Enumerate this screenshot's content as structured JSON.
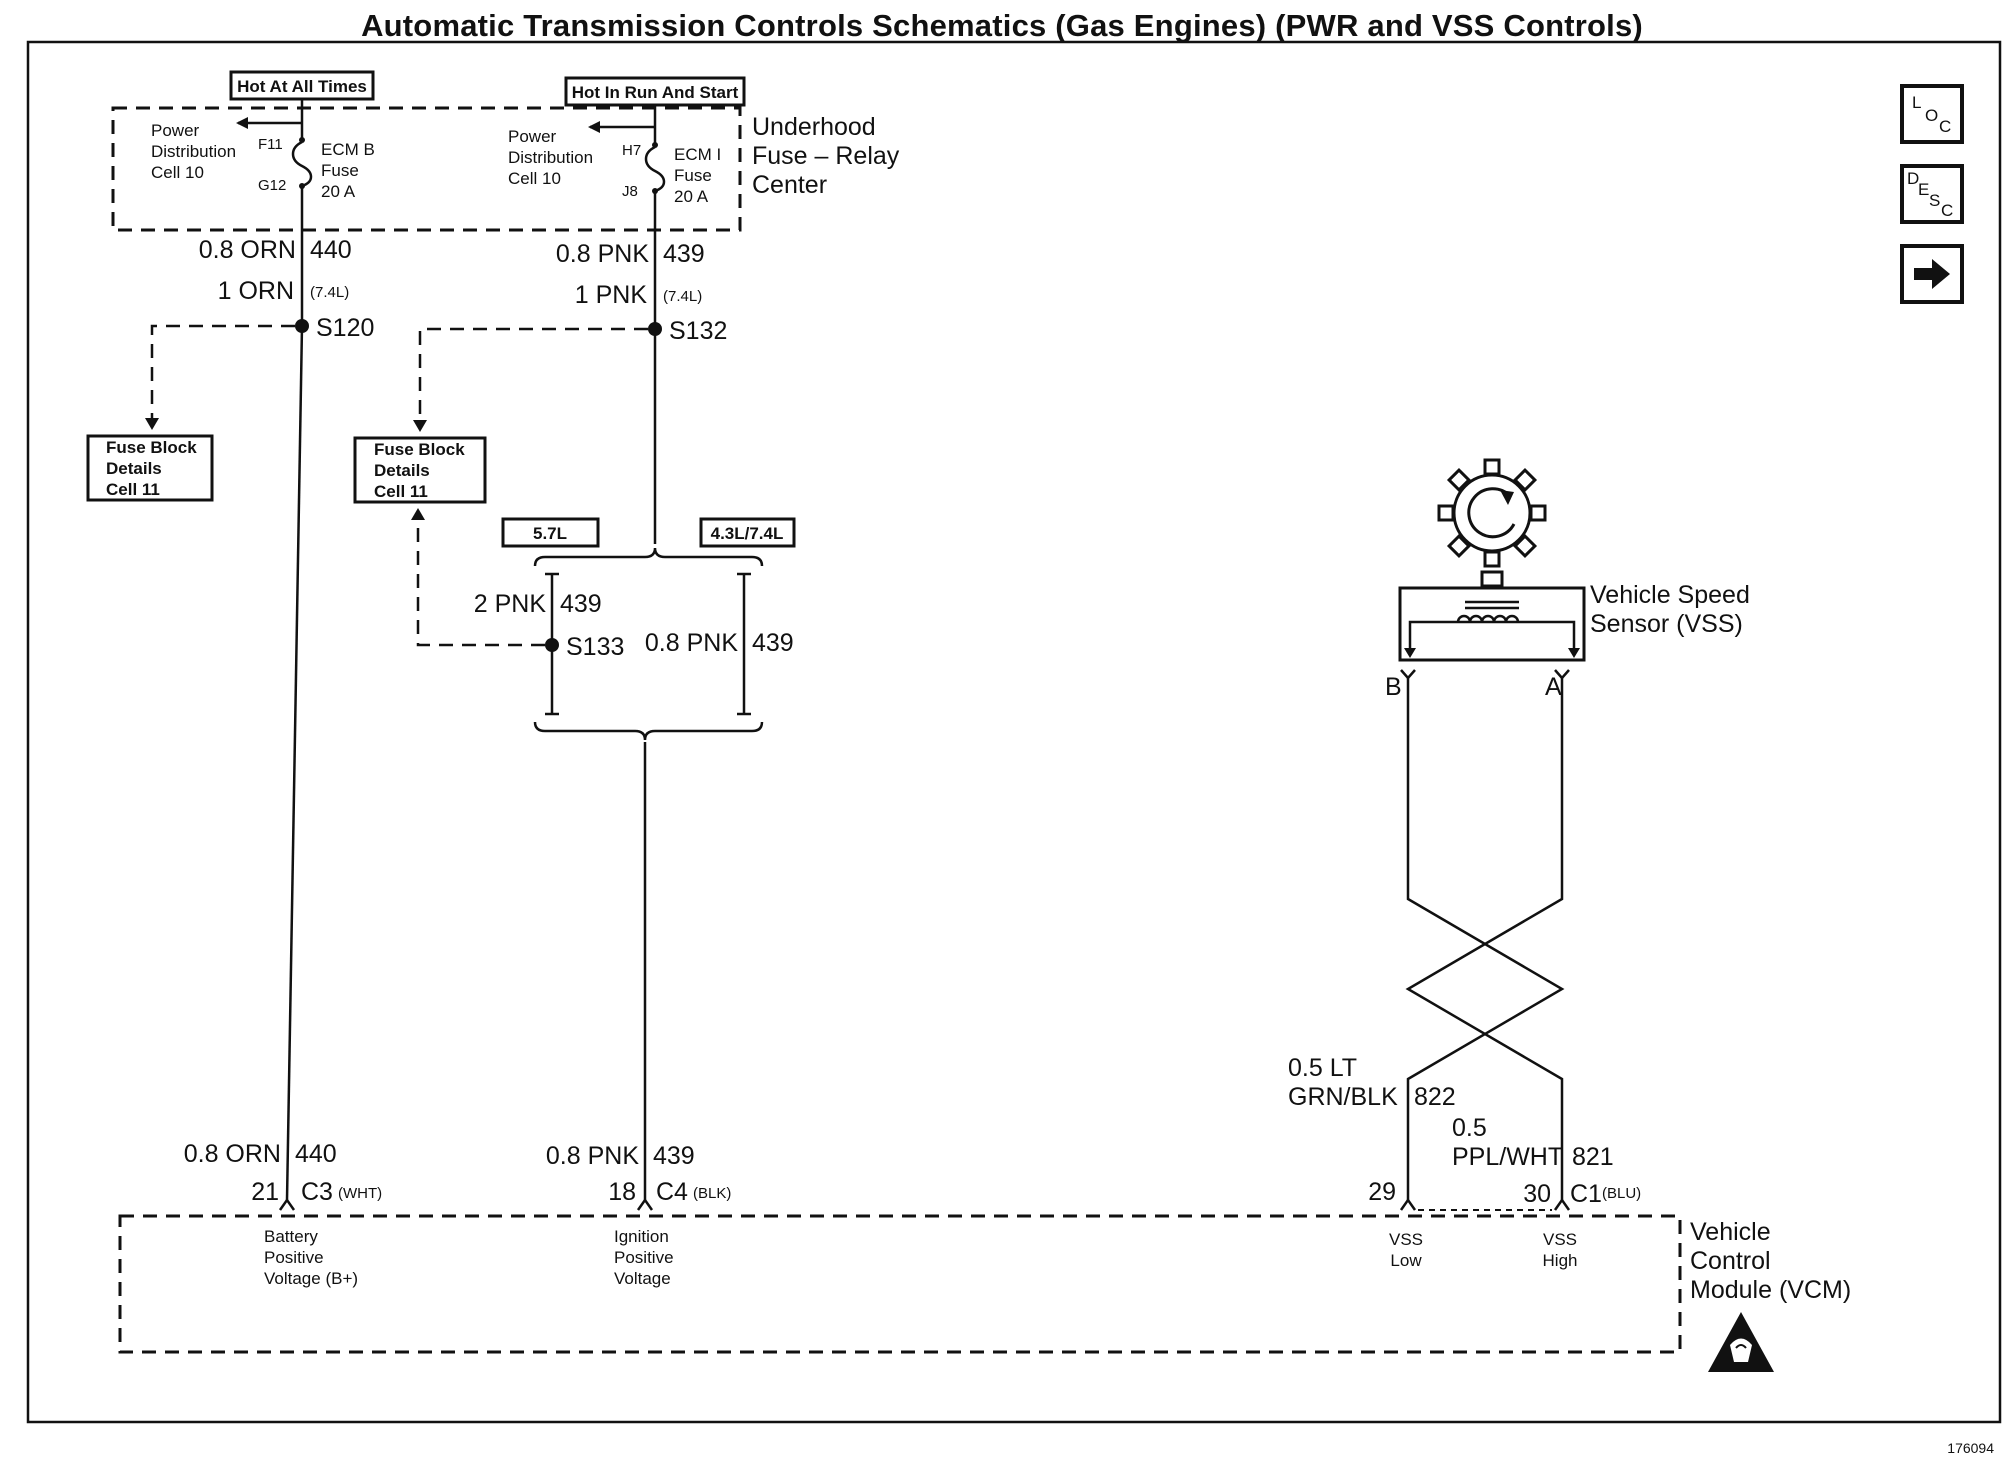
{
  "title": "Automatic Transmission Controls Schematics (Gas Engines) (PWR and VSS Controls)",
  "figure_id": "176094",
  "power_sources": {
    "hot_at_all_times": "Hot At All Times",
    "hot_in_run_and_start": "Hot In Run And Start"
  },
  "fuse_center": {
    "label_line1": "Underhood",
    "label_line2": "Fuse – Relay",
    "label_line3": "Center",
    "pd_line1": "Power",
    "pd_line2": "Distribution",
    "pd_line3": "Cell 10",
    "fuse_b": {
      "pin_in": "F11",
      "pin_out": "G12",
      "name1": "ECM B",
      "name2": "Fuse",
      "rating": "20 A"
    },
    "fuse_i": {
      "pin_in": "H7",
      "pin_out": "J8",
      "name1": "ECM I",
      "name2": "Fuse",
      "rating": "20 A"
    }
  },
  "wires": {
    "w440_top_gauge": "0.8 ORN",
    "w440_top_circuit": "440",
    "w440_alt_gauge": "1 ORN",
    "w440_alt_note": "(7.4L)",
    "w439_top_gauge": "0.8 PNK",
    "w439_top_circuit": "439",
    "w439_alt_gauge": "1 PNK",
    "w439_alt_note": "(7.4L)",
    "w439_mid_a_gauge": "2 PNK",
    "w439_mid_a_circuit": "439",
    "w439_mid_b_gauge": "0.8 PNK",
    "w439_mid_b_circuit": "439",
    "w440_bot_gauge": "0.8 ORN",
    "w440_bot_circuit": "440",
    "w439_bot_gauge": "0.8 PNK",
    "w439_bot_circuit": "439",
    "w822_gauge1": "0.5 LT",
    "w822_gauge2": "GRN/BLK",
    "w822_circuit": "822",
    "w821_gauge1": "0.5",
    "w821_gauge2": "PPL/WHT",
    "w821_circuit": "821"
  },
  "splices": {
    "s120": "S120",
    "s132": "S132",
    "s133": "S133"
  },
  "fuse_block": {
    "line1": "Fuse Block",
    "line2": "Details",
    "line3": "Cell 11"
  },
  "engine_options": {
    "opt_a": "5.7L",
    "opt_b": "4.3L/7.4L"
  },
  "vss": {
    "label_line1": "Vehicle Speed",
    "label_line2": "Sensor (VSS)",
    "pin_b": "B",
    "pin_a": "A"
  },
  "vcm": {
    "label_line1": "Vehicle",
    "label_line2": "Control",
    "label_line3": "Module (VCM)",
    "pin_21": "21",
    "conn_c3": "C3",
    "conn_c3_color": "(WHT)",
    "pin_18": "18",
    "conn_c4": "C4",
    "conn_c4_color": "(BLK)",
    "pin_29": "29",
    "pin_30": "30",
    "conn_c1": "C1",
    "conn_c1_color": "(BLU)",
    "in_batt_1": "Battery",
    "in_batt_2": "Positive",
    "in_batt_3": "Voltage (B+)",
    "in_ign_1": "Ignition",
    "in_ign_2": "Positive",
    "in_ign_3": "Voltage",
    "in_vss_low_1": "VSS",
    "in_vss_low_2": "Low",
    "in_vss_high_1": "VSS",
    "in_vss_high_2": "High"
  },
  "nav_icons": {
    "loc_letters": [
      "L",
      "O",
      "C"
    ],
    "desc_letters": [
      "D",
      "E",
      "S",
      "C"
    ],
    "next_icon": "right-arrow-icon"
  },
  "esd_icon": "electrostatic-discharge-icon"
}
